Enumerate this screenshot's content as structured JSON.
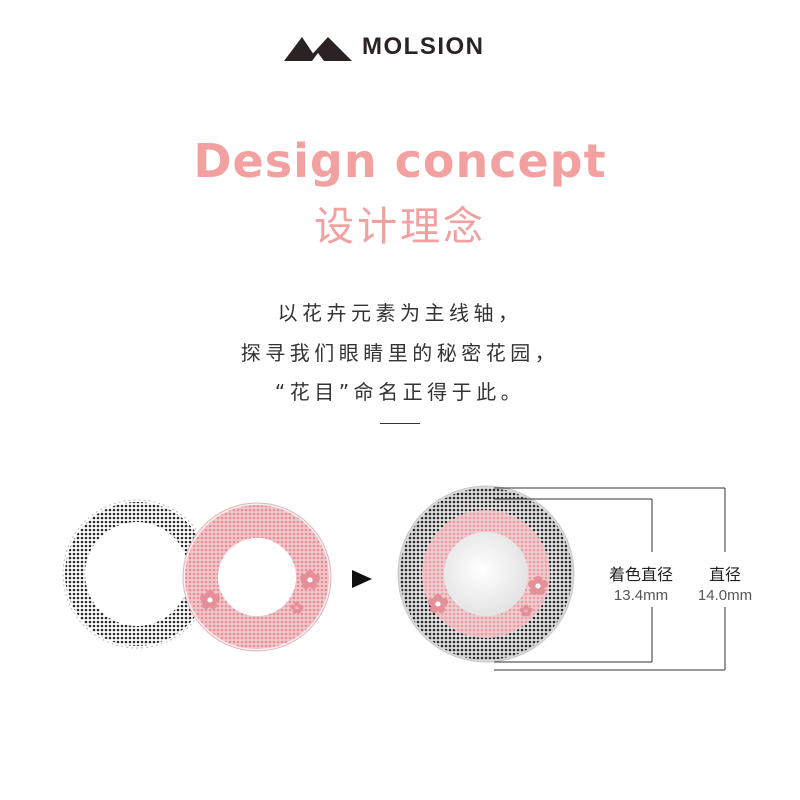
{
  "brand": {
    "name": "MOLSION",
    "logo_icon": "double-peak-logo-icon",
    "logo_color": "#2b2323"
  },
  "heading": {
    "title_en": "Design concept",
    "title_cn": "设计理念",
    "accent_color": "#f2a0a0"
  },
  "description": {
    "lines": [
      "以花卉元素为主线轴，",
      "探寻我们眼睛里的秘密花园，",
      "“花目”命名正得于此。"
    ]
  },
  "lens_diagram": {
    "arrow_icon": "play-arrow-icon",
    "colored_diameter": {
      "label": "着色直径",
      "value": "13.4mm"
    },
    "total_diameter": {
      "label": "直径",
      "value": "14.0mm"
    },
    "ring_colors": {
      "dark": "#3a3a3a",
      "pink": "#e8a3a8"
    }
  }
}
